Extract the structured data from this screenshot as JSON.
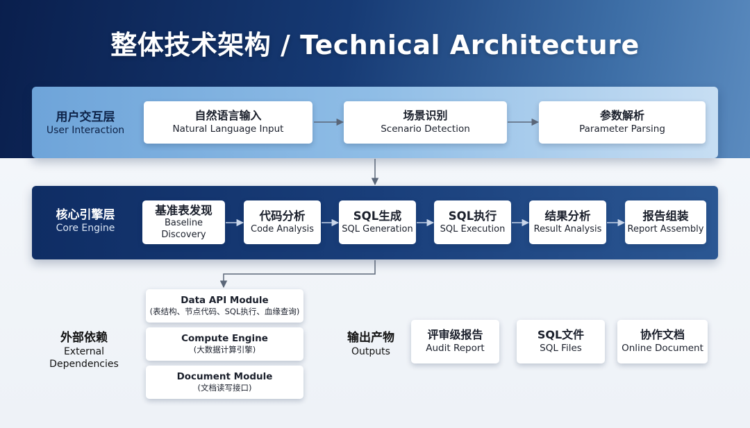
{
  "title": "整体技术架构 / Technical Architecture",
  "user_layer": {
    "label_cn": "用户交互层",
    "label_en": "User Interaction",
    "steps": [
      {
        "cn": "自然语言输入",
        "en": "Natural Language Input"
      },
      {
        "cn": "场景识别",
        "en": "Scenario Detection"
      },
      {
        "cn": "参数解析",
        "en": "Parameter Parsing"
      }
    ]
  },
  "core_layer": {
    "label_cn": "核心引擎层",
    "label_en": "Core Engine",
    "steps": [
      {
        "cn": "基准表发现",
        "en": "Baseline Discovery"
      },
      {
        "cn": "代码分析",
        "en": "Code Analysis"
      },
      {
        "cn": "SQL生成",
        "en": "SQL Generation"
      },
      {
        "cn": "SQL执行",
        "en": "SQL Execution"
      },
      {
        "cn": "结果分析",
        "en": "Result Analysis"
      },
      {
        "cn": "报告组装",
        "en": "Report Assembly"
      }
    ]
  },
  "dependencies": {
    "label_cn": "外部依赖",
    "label_en": "External Dependencies",
    "items": [
      {
        "name": "Data API Module",
        "desc": "(表结构、节点代码、SQL执行、血缘查询)"
      },
      {
        "name": "Compute Engine",
        "desc": "(大数据计算引擎)"
      },
      {
        "name": "Document Module",
        "desc": "(文档读写接口)"
      }
    ]
  },
  "outputs": {
    "label_cn": "输出产物",
    "label_en": "Outputs",
    "items": [
      {
        "cn": "评审级报告",
        "en": "Audit Report"
      },
      {
        "cn": "SQL文件",
        "en": "SQL Files"
      },
      {
        "cn": "协作文档",
        "en": "Online Document"
      }
    ]
  },
  "colors": {
    "hero_dark": "#0a1f4d",
    "user_layer": "#8fbde6",
    "core_layer": "#193e7a",
    "arrow": "#5a6678"
  }
}
